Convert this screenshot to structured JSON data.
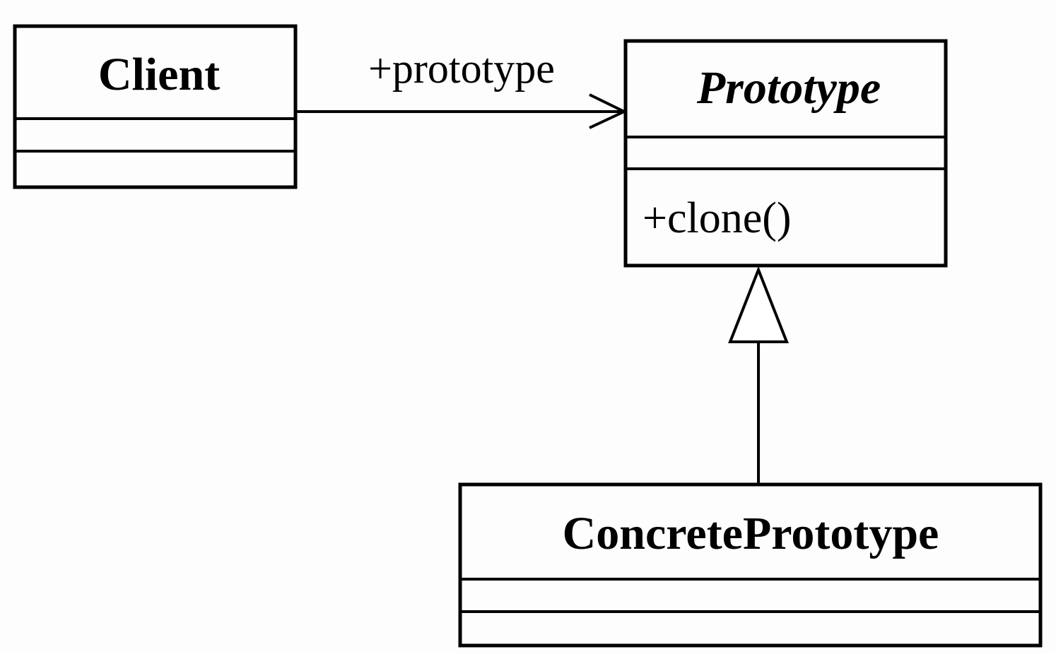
{
  "diagram": {
    "classes": {
      "client": {
        "name": "Client",
        "attributes": [],
        "operations": []
      },
      "prototype": {
        "name": "Prototype",
        "abstract": true,
        "attributes": [],
        "operations": [
          "+clone()"
        ]
      },
      "concrete_prototype": {
        "name": "ConcretePrototype",
        "attributes": [],
        "operations": []
      }
    },
    "relations": {
      "association": {
        "from": "Client",
        "to": "Prototype",
        "kind": "directed association",
        "label": "+prototype"
      },
      "generalization": {
        "from": "ConcretePrototype",
        "to": "Prototype",
        "kind": "generalization"
      }
    },
    "colors": {
      "line": "#000000",
      "background": "#fdfdfd"
    }
  }
}
